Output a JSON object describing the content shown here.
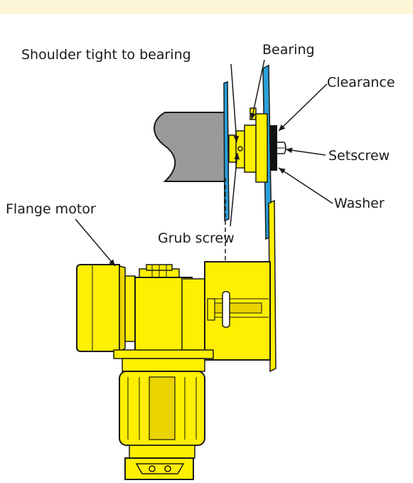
{
  "colors": {
    "band": "#fdf6d9",
    "yellow": "#ffef00",
    "yellow_dark": "#e9d400",
    "outline": "#1a1a1a",
    "blue": "#2aa0d8",
    "grey": "#9a9a9a",
    "grey_dark": "#6f6f6f",
    "washer": "#111111"
  },
  "labels": {
    "shoulder": "Shoulder tight to bearing",
    "bearing": "Bearing",
    "clearance": "Clearance",
    "setscrew": "Setscrew",
    "washer": "Washer",
    "flange_motor": "Flange motor",
    "grub_screw": "Grub screw"
  }
}
